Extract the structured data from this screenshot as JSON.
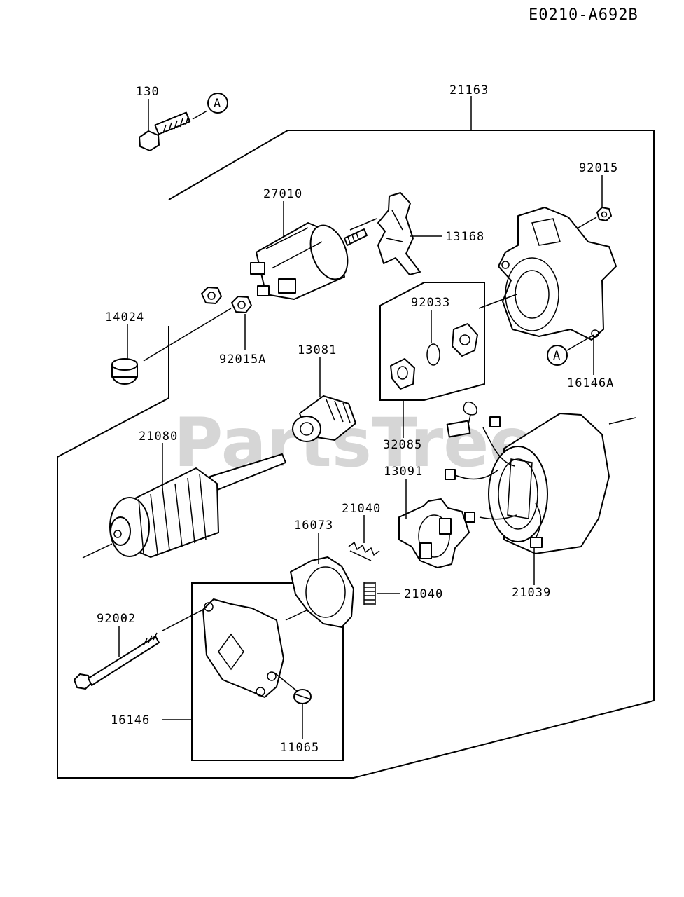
{
  "diagram_code": "E0210-A692B",
  "watermark": "PartsTree",
  "reference_marker": "A",
  "labels": {
    "p130": "130",
    "p21163": "21163",
    "p92015": "92015",
    "p27010": "27010",
    "p13168": "13168",
    "p14024": "14024",
    "p92033": "92033",
    "p92015A": "92015A",
    "p13081": "13081",
    "p16146A": "16146A",
    "p21080": "21080",
    "p32085": "32085",
    "p13091": "13091",
    "p21040a": "21040",
    "p16073": "16073",
    "p21040b": "21040",
    "p21039": "21039",
    "p92002": "92002",
    "p16146": "16146",
    "p11065": "11065"
  }
}
